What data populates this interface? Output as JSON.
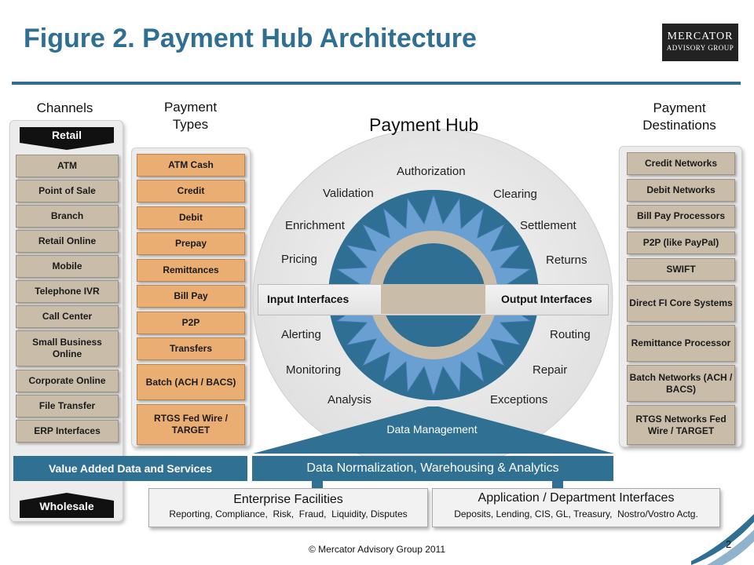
{
  "title": "Figure 2. Payment Hub Architecture",
  "logo": {
    "line1": "MERCATOR",
    "line2": "ADVISORY GROUP"
  },
  "channels": {
    "heading": "Channels",
    "retail_label": "Retail",
    "items": [
      "ATM",
      "Point of Sale",
      "Branch",
      "Retail Online",
      "Mobile",
      "Telephone  IVR",
      "Call Center",
      "Small Business Online",
      "Corporate Online",
      "File Transfer",
      "ERP Interfaces"
    ],
    "wholesale_label": "Wholesale"
  },
  "payment_types": {
    "heading": "Payment Types",
    "items": [
      "ATM Cash",
      "Credit",
      "Debit",
      "Prepay",
      "Remittances",
      "Bill Pay",
      "P2P",
      "Transfers",
      "Batch (ACH / BACS)",
      "RTGS Fed Wire / TARGET"
    ]
  },
  "destinations": {
    "heading": "Payment Destinations",
    "items": [
      "Credit Networks",
      "Debit Networks",
      "Bill Pay Processors",
      "P2P (like PayPal)",
      "SWIFT",
      "Direct FI Core Systems",
      "Remittance Processor",
      "Batch Networks (ACH / BACS)",
      "RTGS Networks Fed Wire / TARGET"
    ]
  },
  "hub": {
    "title": "Payment Hub",
    "functions": [
      "Authorization",
      "Validation",
      "Clearing",
      "Enrichment",
      "Settlement",
      "Pricing",
      "Returns",
      "Alerting",
      "Routing",
      "Monitoring",
      "Repair",
      "Analysis",
      "Exceptions"
    ],
    "input": "Input Interfaces",
    "output": "Output Interfaces",
    "data_management": "Data Management",
    "colors": {
      "ring": "#2f6f93",
      "star": "#6a9fd1",
      "core": "#2f6f93",
      "band": "#c9bda9"
    }
  },
  "value_added": "Value Added Data and Services",
  "data_normalization": "Data Normalization, Warehousing & Analytics",
  "enterprise": {
    "title": "Enterprise Facilities",
    "subtitle": "Reporting, Compliance,  Risk,  Fraud,  Liquidity, Disputes"
  },
  "application": {
    "title": "Application / Department Interfaces",
    "subtitle": "Deposits, Lending, CIS, GL, Treasury,  Nostro/Vostro Actg."
  },
  "footer": "©  Mercator Advisory Group 2011",
  "page_number": "2"
}
